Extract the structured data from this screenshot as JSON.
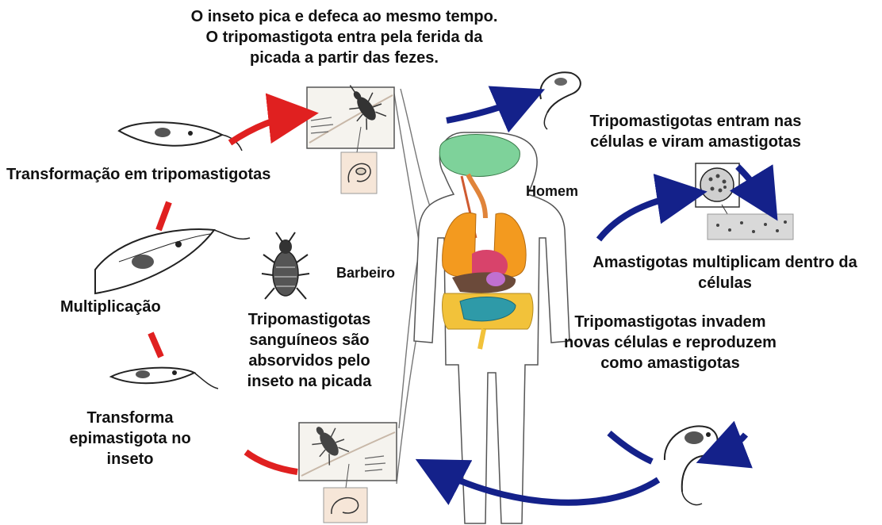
{
  "labels": {
    "top_caption": "O inseto pica e defeca ao mesmo tempo. O tripomastigota entra pela ferida da picada a partir das fezes.",
    "enter_cells": "Tripomastigotas entram nas células e viram amastigotas",
    "transform_tripo": "Transformação em tripomastigotas",
    "homem": "Homem",
    "barbeiro": "Barbeiro",
    "multiply_in_cells": "Amastigotas multiplicam dentro da células",
    "multiplicacao": "Multiplicação",
    "absorbed": "Tripomastigotas sanguíneos são absorvidos pelo inseto na picada",
    "invade_new": "Tripomastigotas invadem novas células e reproduzem como amastigotas",
    "transforma_epi": "Transforma epimastigota no inseto"
  },
  "colors": {
    "insect_cycle_arrow": "#e02020",
    "human_cycle_arrow": "#14218a",
    "lungs": "#f39a1f",
    "brain": "#7ed29a",
    "stomach": "#d8436b",
    "intestine": "#f2c23a",
    "small_intestine": "#2e9aa8",
    "esophagus": "#e0843a",
    "panel_fill": "#f5f3ee",
    "inset_fill": "#f6e6d8"
  },
  "icons": [
    "parasite-icon",
    "insect-icon",
    "human-body-icon",
    "cell-icon"
  ]
}
